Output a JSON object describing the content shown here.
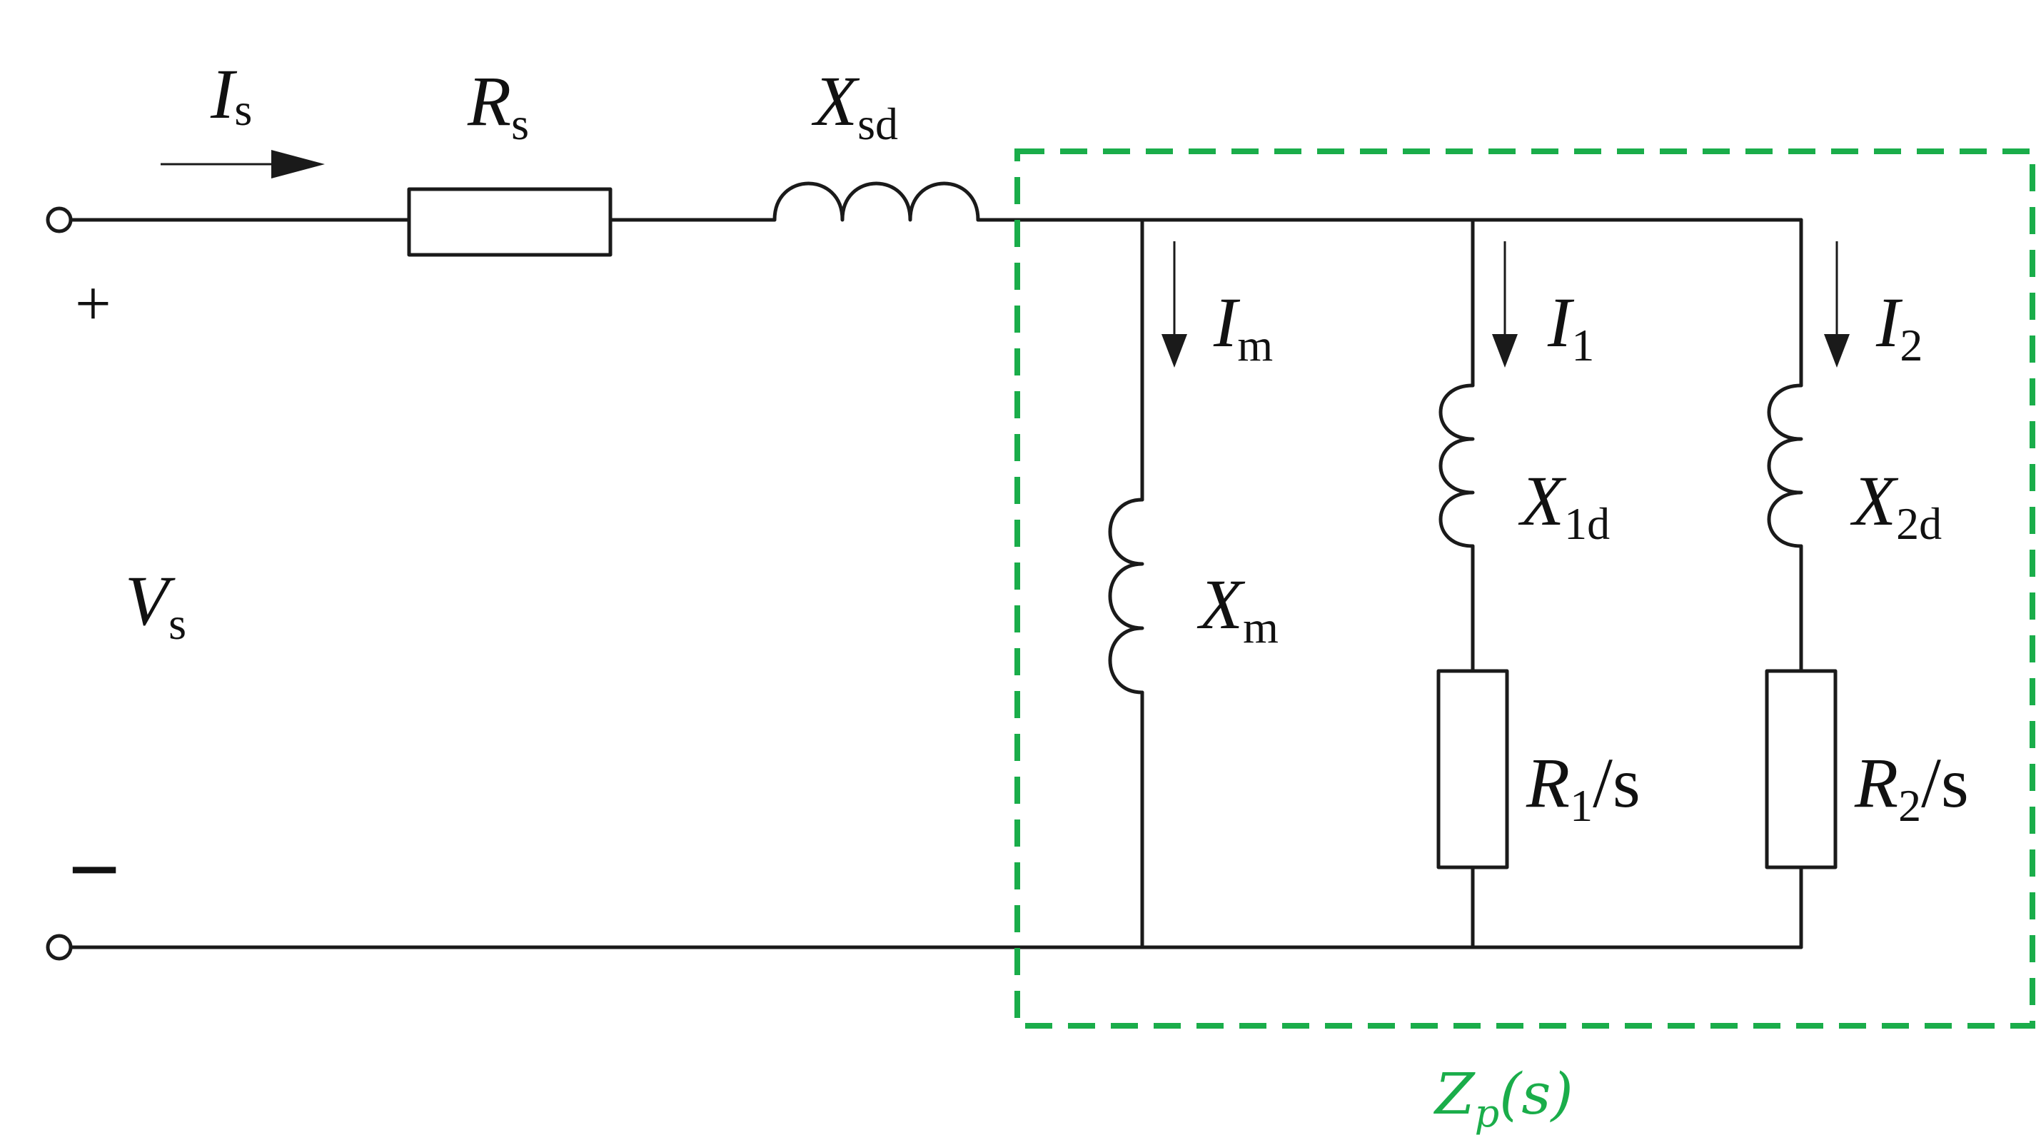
{
  "colors": {
    "wire": "#1a1a1a",
    "highlight": "#1aad4a"
  },
  "labels": {
    "is_main": "I",
    "is_sub": "s",
    "rs_main": "R",
    "rs_sub": "s",
    "xsd_main": "X",
    "xsd_sub": "sd",
    "plus": "+",
    "minus": "−",
    "vs_main": "V",
    "vs_sub": "s",
    "im_main": "I",
    "im_sub": "m",
    "i1_main": "I",
    "i1_sub": "1",
    "i2_main": "I",
    "i2_sub": "2",
    "xm_main": "X",
    "xm_sub": "m",
    "x1d_main": "X",
    "x1d_sub": "1d",
    "x2d_main": "X",
    "x2d_sub": "2d",
    "r1_main": "R",
    "r1_sub": "1",
    "r1_tail": "/s",
    "r2_main": "R",
    "r2_sub": "2",
    "r2_tail": "/s",
    "zp_main": "Z",
    "zp_sub": "p",
    "zp_arg": "(s)"
  }
}
